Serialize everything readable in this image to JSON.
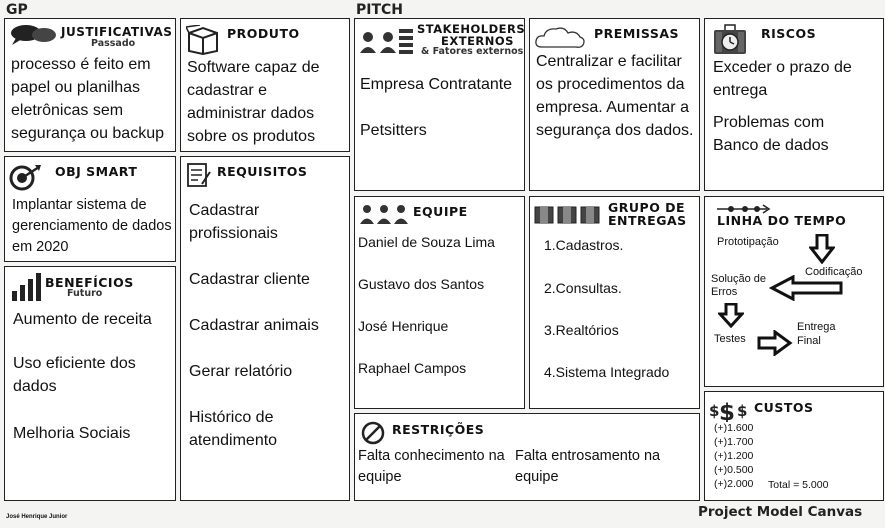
{
  "labels": {
    "gp": "GP",
    "pitch": "PITCH",
    "canvas": "Project Model Canvas",
    "author": "José Henrique Junior"
  },
  "justificativas": {
    "title": "JUSTIFICATIVAS",
    "subtitle": "Passado",
    "text": "processo é feito em papel ou planilhas eletrônicas sem segurança ou backup"
  },
  "produto": {
    "title": "PRODUTO",
    "text": "Software capaz de cadastrar e administrar dados sobre os produtos"
  },
  "stakeholders": {
    "title_1": "STAKEHOLDERS",
    "title_2": "EXTERNOS",
    "subtitle": "& Fatores externos",
    "items": [
      "Empresa Contratante",
      "Petsitters"
    ]
  },
  "premissas": {
    "title": "PREMISSAS",
    "text": "Centralizar e facilitar os procedimentos da empresa. Aumentar a segurança dos dados."
  },
  "riscos": {
    "title": "RISCOS",
    "items": [
      "Exceder o prazo de entrega",
      "Problemas com Banco de dados"
    ]
  },
  "obj_smart": {
    "title": "OBJ SMART",
    "text": "Implantar sistema de gerenciamento de dados em 2020"
  },
  "requisitos": {
    "title": "REQUISITOS",
    "items": [
      "Cadastrar profissionais",
      "Cadastrar cliente",
      "Cadastrar animais",
      "Gerar relatório",
      "Histórico de atendimento"
    ]
  },
  "equipe": {
    "title": "EQUIPE",
    "members": [
      "Daniel de Souza Lima",
      "Gustavo dos Santos",
      "José Henrique",
      "Raphael Campos"
    ]
  },
  "grupo_entregas": {
    "title_1": "GRUPO DE",
    "title_2": "ENTREGAS",
    "items": [
      "1.Cadastros.",
      "2.Consultas.",
      "3.Realtórios",
      "4.Sistema Integrado"
    ]
  },
  "linha_tempo": {
    "title": "LINHA DO TEMPO",
    "steps": {
      "prototipacao": "Prototipação",
      "codificacao": "Codificação",
      "solucao_1": "Solução de",
      "solucao_2": "Erros",
      "testes": "Testes",
      "entrega_1": "Entrega",
      "entrega_2": "Final"
    }
  },
  "beneficios": {
    "title": "BENEFÍCIOS",
    "subtitle": "Futuro",
    "items": [
      "Aumento de receita",
      "Uso eficiente dos dados",
      "Melhoria Sociais"
    ]
  },
  "restricoes": {
    "title": "RESTRIÇÕES",
    "items": [
      "Falta conhecimento na equipe",
      "Falta entrosamento na equipe"
    ]
  },
  "custos": {
    "title": "CUSTOS",
    "items": [
      "(+)1.600",
      "(+)1.700",
      "(+)1.200",
      "(+)0.500",
      "(+)2.000"
    ],
    "total": "Total = 5.000"
  },
  "colors": {
    "border": "#222222",
    "background": "#f4f4f2",
    "box": "#ffffff"
  }
}
